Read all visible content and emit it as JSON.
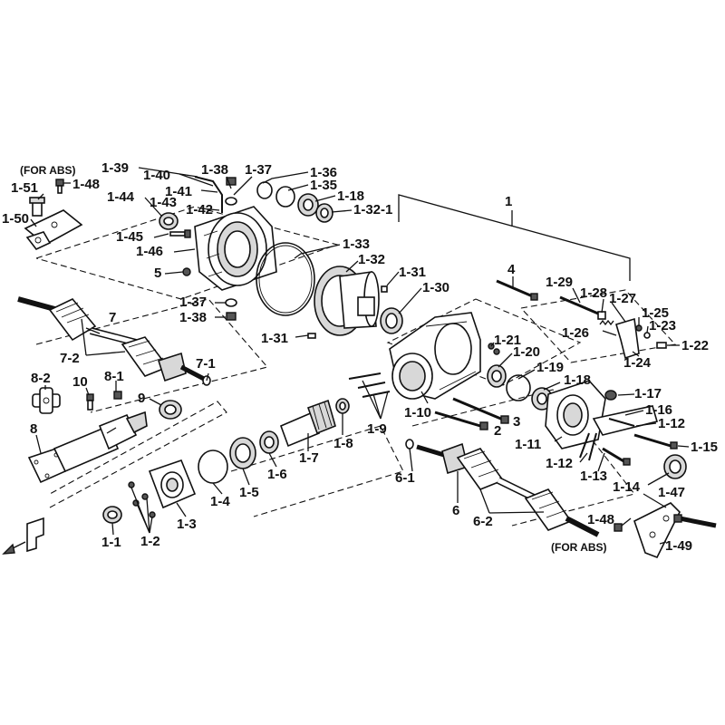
{
  "labels": {
    "l_1": "1",
    "l_1_1": "1-1",
    "l_1_2": "1-2",
    "l_1_3": "1-3",
    "l_1_4": "1-4",
    "l_1_5": "1-5",
    "l_1_6": "1-6",
    "l_1_7": "1-7",
    "l_1_8": "1-8",
    "l_1_9": "1-9",
    "l_1_10": "1-10",
    "l_1_11": "1-11",
    "l_1_12a": "1-12",
    "l_1_12b": "1-12",
    "l_1_13": "1-13",
    "l_1_14": "1-14",
    "l_1_15": "1-15",
    "l_1_16": "1-16",
    "l_1_17": "1-17",
    "l_1_18a": "1-18",
    "l_1_18b": "1-18",
    "l_1_19": "1-19",
    "l_1_20": "1-20",
    "l_1_21": "1-21",
    "l_1_22": "1-22",
    "l_1_23": "1-23",
    "l_1_24": "1-24",
    "l_1_25": "1-25",
    "l_1_26": "1-26",
    "l_1_27": "1-27",
    "l_1_28": "1-28",
    "l_1_29": "1-29",
    "l_1_30": "1-30",
    "l_1_31a": "1-31",
    "l_1_31b": "1-31",
    "l_1_32": "1-32",
    "l_1_32_1": "1-32-1",
    "l_1_33": "1-33",
    "l_1_35": "1-35",
    "l_1_36": "1-36",
    "l_1_37a": "1-37",
    "l_1_37b": "1-37",
    "l_1_38a": "1-38",
    "l_1_38b": "1-38",
    "l_1_39": "1-39",
    "l_1_40": "1-40",
    "l_1_41": "1-41",
    "l_1_42": "1-42",
    "l_1_43": "1-43",
    "l_1_44": "1-44",
    "l_1_45": "1-45",
    "l_1_46": "1-46",
    "l_1_47": "1-47",
    "l_1_48a": "1-48",
    "l_1_48b": "1-48",
    "l_1_49": "1-49",
    "l_1_50": "1-50",
    "l_1_51": "1-51",
    "l_2": "2",
    "l_3": "3",
    "l_4": "4",
    "l_5": "5",
    "l_6": "6",
    "l_6_1": "6-1",
    "l_6_2": "6-2",
    "l_7": "7",
    "l_7_1": "7-1",
    "l_7_2": "7-2",
    "l_8": "8",
    "l_8_1": "8-1",
    "l_8_2": "8-2",
    "l_9": "9",
    "l_10": "10"
  },
  "notes": {
    "abs_top": "(FOR ABS)",
    "abs_bottom": "(FOR ABS)"
  }
}
